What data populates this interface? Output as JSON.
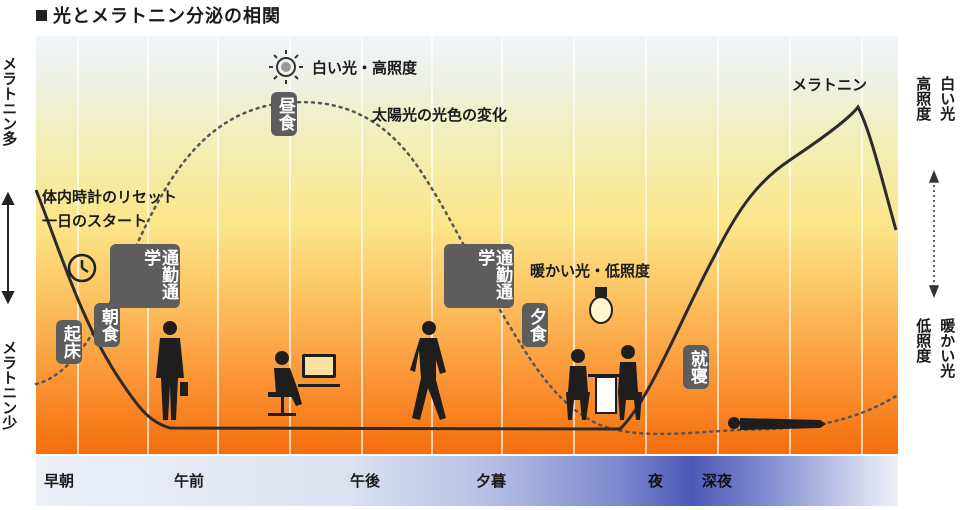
{
  "title": "光とメラトニン分泌の相関",
  "left_axis": {
    "top": "メラトニン多",
    "bottom": "メラトニン少"
  },
  "right_axis": {
    "top_col1": "高照度",
    "top_col2": "白い光",
    "bottom_col1": "低照度",
    "bottom_col2": "暖かい光"
  },
  "annotations": {
    "white_light": "白い光・高照度",
    "sunlight_change": "太陽光の光色の変化",
    "body_clock_line1": "体内時計のリセット",
    "body_clock_line2": "一日のスタート",
    "warm_light": "暖かい光・低照度",
    "melatonin": "メラトニン"
  },
  "activities": {
    "wake": "起床",
    "breakfast": "朝食",
    "commute_am": "通勤通学",
    "lunch": "昼食",
    "commute_pm": "通勤通学",
    "dinner": "夕食",
    "sleep": "就寝"
  },
  "time_labels": {
    "early_morning": "早朝",
    "morning": "午前",
    "afternoon": "午後",
    "dusk": "夕暮",
    "night": "夜",
    "late_night": "深夜"
  },
  "icons": [
    "clock-icon",
    "sun-icon",
    "light-bulb-icon",
    "walking-person-icon",
    "desk-worker-icon",
    "dining-couple-icon",
    "sleeping-person-icon"
  ]
}
